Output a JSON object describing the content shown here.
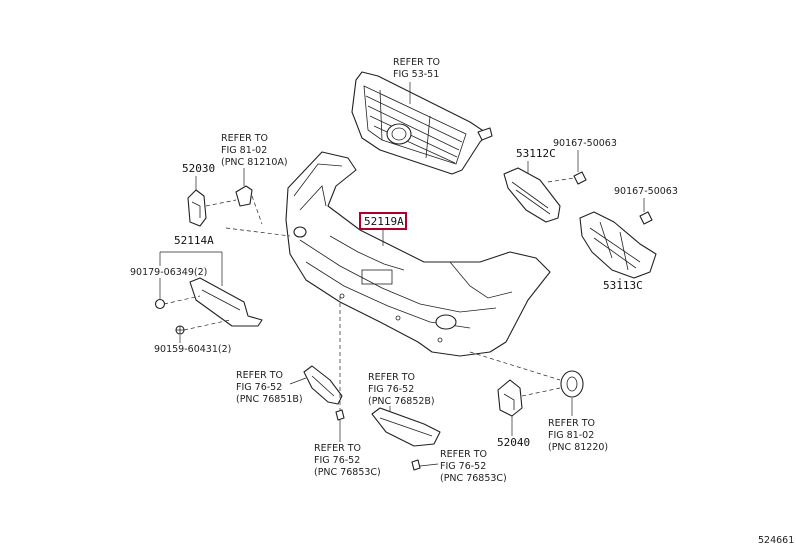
{
  "highlight_color": "#b0002a",
  "callouts": {
    "grille_ref": [
      "REFER TO",
      "FIG 53-51"
    ],
    "left_lamp_ref": [
      "REFER TO",
      "FIG 81-02",
      "(PNC 81210A)"
    ],
    "right_lamp_ref": [
      "REFER TO",
      "FIG 81-02",
      "(PNC 81220)"
    ],
    "cover_l_upper_ref": [
      "REFER TO",
      "FIG 76-52",
      "(PNC 76851B)"
    ],
    "cover_l_lower_ref": [
      "REFER TO",
      "FIG 76-52",
      "(PNC 76853C)"
    ],
    "cover_r_upper_ref": [
      "REFER TO",
      "FIG 76-52",
      "(PNC 76852B)"
    ],
    "cover_r_lower_ref": [
      "REFER TO",
      "FIG 76-52",
      "(PNC 76853C)"
    ]
  },
  "parts": {
    "p52030": "52030",
    "p52114A": "52114A",
    "p90179": "90179-06349(2)",
    "p90159": "90159-60431(2)",
    "p52119A": "52119A",
    "p53112C": "53112C",
    "p90167a": "90167-50063",
    "p90167b": "90167-50063",
    "p53113C": "53113C",
    "p52040": "52040"
  },
  "figure_id": "524661"
}
